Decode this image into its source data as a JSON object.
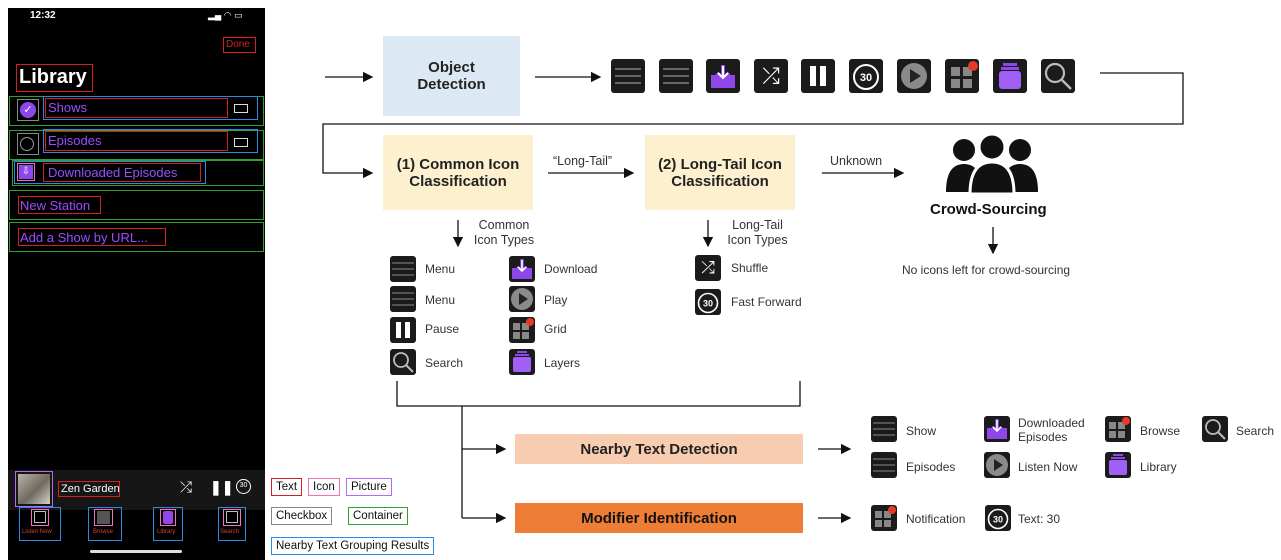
{
  "phone": {
    "status_time": "12:32",
    "done_label": "Done",
    "title": "Library",
    "rows": [
      {
        "label": "Shows"
      },
      {
        "label": "Episodes"
      },
      {
        "label": "Downloaded Episodes"
      },
      {
        "label": "New Station"
      },
      {
        "label": "Add a Show by URL..."
      }
    ],
    "now_playing": "Zen Garden",
    "tabs": [
      "Listen Now",
      "Browse",
      "Library",
      "Search"
    ]
  },
  "legend": [
    "Text",
    "Icon",
    "Picture",
    "Checkbox",
    "Container",
    "Nearby Text Grouping Results"
  ],
  "flow": {
    "object_detection": "Object Detection",
    "common_classification": "(1) Common Icon Classification",
    "longtail_edge": "“Long-Tail”",
    "longtail_classification": "(2) Long-Tail Icon Classification",
    "unknown_edge": "Unknown",
    "crowd_sourcing": "Crowd-Sourcing",
    "common_types_label": "Common Icon Types",
    "longtail_types_label": "Long-Tail Icon Types",
    "no_icons_left": "No icons left for crowd-sourcing",
    "nearby_text_detection": "Nearby Text Detection",
    "modifier_identification": "Modifier Identification"
  },
  "common_icons": [
    {
      "icon": "menu-icon",
      "label": "Menu"
    },
    {
      "icon": "menu-icon",
      "label": "Menu"
    },
    {
      "icon": "pause-icon",
      "label": "Pause"
    },
    {
      "icon": "search-icon",
      "label": "Search"
    },
    {
      "icon": "download-icon",
      "label": "Download"
    },
    {
      "icon": "play-icon",
      "label": "Play"
    },
    {
      "icon": "grid-icon",
      "label": "Grid"
    },
    {
      "icon": "layers-icon",
      "label": "Layers"
    }
  ],
  "longtail_icons": [
    {
      "icon": "shuffle-icon",
      "label": "Shuffle"
    },
    {
      "icon": "fast-forward-30-icon",
      "label": "Fast Forward"
    }
  ],
  "nearby_results": [
    {
      "icon": "menu-icon",
      "label": "Show"
    },
    {
      "icon": "menu-icon",
      "label": "Episodes"
    },
    {
      "icon": "download-icon",
      "label": "Downloaded Episodes"
    },
    {
      "icon": "play-icon",
      "label": "Listen Now"
    },
    {
      "icon": "grid-icon",
      "label": "Browse"
    },
    {
      "icon": "layers-icon",
      "label": "Library"
    },
    {
      "icon": "search-icon",
      "label": "Search"
    }
  ],
  "modifier_results": [
    {
      "icon": "grid-icon",
      "label": "Notification"
    },
    {
      "icon": "fast-forward-30-icon",
      "label": "Text: 30"
    }
  ],
  "colors": {
    "object_detection_bg": "#dce8f3",
    "classification_bg": "#fdf0cf",
    "nearby_text_bg": "#f8ccb0",
    "modifier_bg": "#ee7d36",
    "purple_icon": "#8e48ea"
  }
}
